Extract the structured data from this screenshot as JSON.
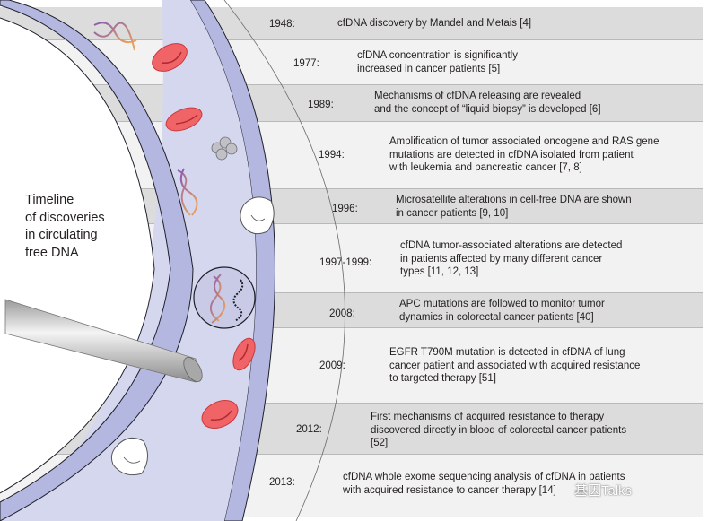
{
  "figure": {
    "title": "Timeline\nof discoveries\nin circulating\nfree DNA",
    "watermark": "基因Talks",
    "colors": {
      "vessel_lumen": "#d5d7ee",
      "vessel_wall": "#b4b8e0",
      "row_dark": "#dcdcdc",
      "row_light": "#f2f2f2",
      "red_blood_cell": "#f06467",
      "text": "#231f20"
    }
  },
  "timeline": [
    {
      "year": "1948:",
      "text": "cfDNA discovery by Mandel and Metais [4]"
    },
    {
      "year": "1977:",
      "text": "cfDNA concentration is significantly\nincreased in cancer patients [5]"
    },
    {
      "year": "1989:",
      "text": "Mechanisms of cfDNA releasing are revealed\nand the concept of “liquid biopsy” is developed [6]"
    },
    {
      "year": "1994:",
      "text": "Amplification of tumor associated oncogene and RAS gene\nmutations are detected in cfDNA isolated from patient\nwith leukemia and pancreatic cancer [7, 8]"
    },
    {
      "year": "1996:",
      "text": "Microsatellite alterations in cell-free DNA are shown\nin cancer patients [9, 10]"
    },
    {
      "year": "1997-1999:",
      "text": "cfDNA tumor-associated alterations are detected\nin patients affected by many different cancer\ntypes [11, 12, 13]"
    },
    {
      "year": "2008:",
      "text": "APC mutations are followed to monitor tumor\ndynamics in colorectal cancer patients [40]"
    },
    {
      "year": "2009:",
      "text": "EGFR T790M mutation is detected in cfDNA of lung\ncancer patient and associated with acquired resistance\nto targeted therapy [51]"
    },
    {
      "year": "2012:",
      "text": "First mechanisms of acquired resistance to therapy\ndiscovered directly in blood of colorectal cancer patients\n[52]"
    },
    {
      "year": "2013:",
      "text": "cfDNA whole exome sequencing analysis of cfDNA in patients\nwith acquired resistance to cancer therapy [14]"
    }
  ]
}
